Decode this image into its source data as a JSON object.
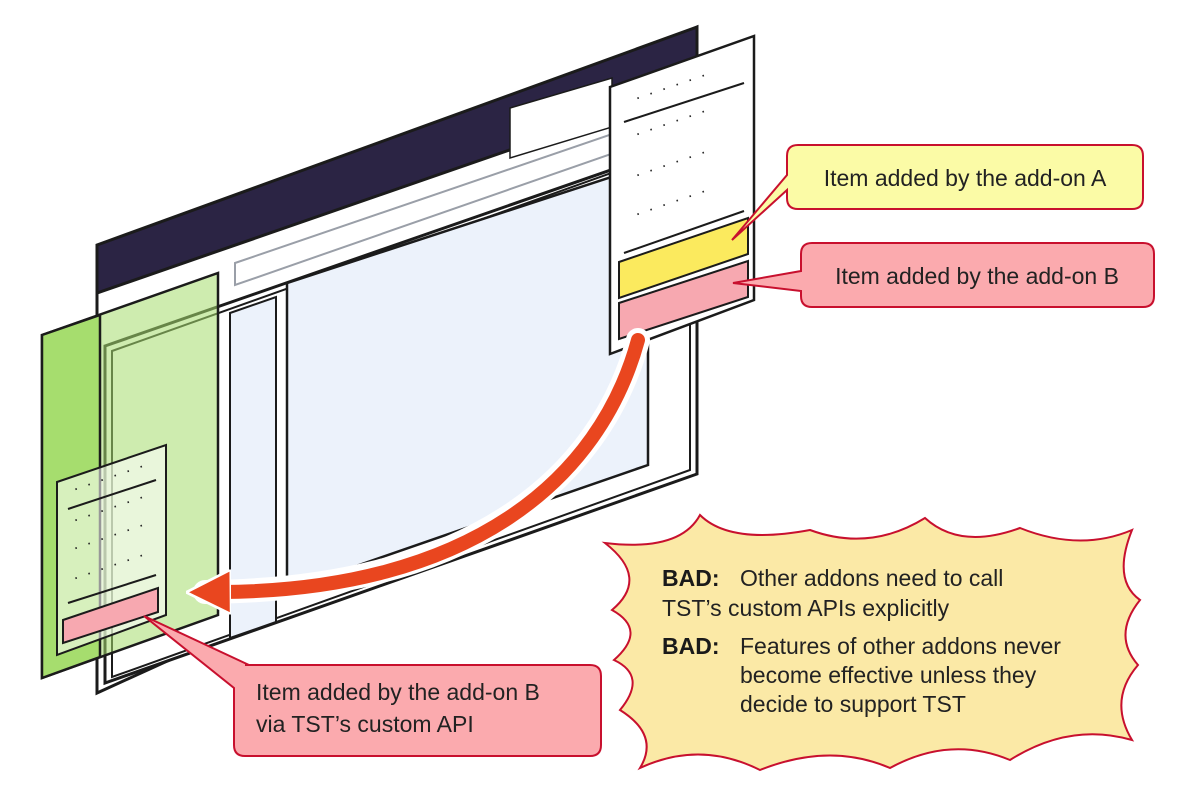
{
  "callouts": {
    "addon_a": "Item added by the add-on A",
    "addon_b": "Item added by the add-on B",
    "addon_b_api_line1": "Item added by the add-on B",
    "addon_b_api_line2": "via TST’s custom API"
  },
  "bad_points": [
    {
      "label": "BAD:",
      "lines": [
        "Other addons need to call",
        "TST’s custom APIs explicitly"
      ]
    },
    {
      "label": "BAD:",
      "lines": [
        "Features of other addons never",
        "become effective unless they",
        "decide to support TST"
      ]
    }
  ],
  "menu_placeholder": "· · · · · ·",
  "colors": {
    "titlebar": "#2b2444",
    "sidebar_green": "#a6dd6e",
    "content_blue": "#ecf2fb",
    "item_yellow": "#fbea5e",
    "item_pink": "#f7a8b0",
    "callout_yellow": "#fbfba6",
    "callout_pink": "#fbaaae",
    "callout_border": "#c8102e",
    "arrow": "#e9461f",
    "starburst": "#fbe9a6"
  }
}
